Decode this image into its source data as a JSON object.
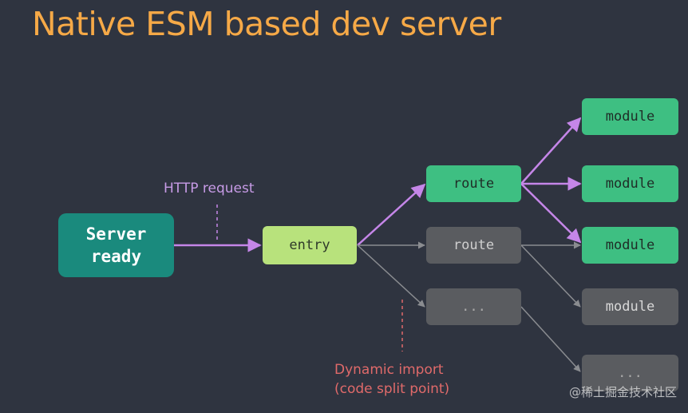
{
  "title": "Native ESM based dev server",
  "nodes": {
    "server": "Server\nready",
    "entry": "entry",
    "route_active": "route",
    "route_inactive": "route",
    "ellipsis_1": "...",
    "module_1": "module",
    "module_2": "module",
    "module_3": "module",
    "module_4": "module",
    "ellipsis_2": "..."
  },
  "labels": {
    "http_request": "HTTP request",
    "dynamic_import": "Dynamic import\n(code split point)"
  },
  "watermark": "@稀土掘金技术社区",
  "colors": {
    "background": "#2f3440",
    "title": "#f6a947",
    "server": "#1a8a7d",
    "entry": "#b8e27c",
    "active_node": "#3ebf82",
    "inactive_node": "#5a5c60",
    "active_arrow": "#c586e8",
    "inactive_arrow": "#8a8c90",
    "dynamic_import_label": "#e06a6a"
  },
  "icons": [
    "arrow-icon"
  ]
}
